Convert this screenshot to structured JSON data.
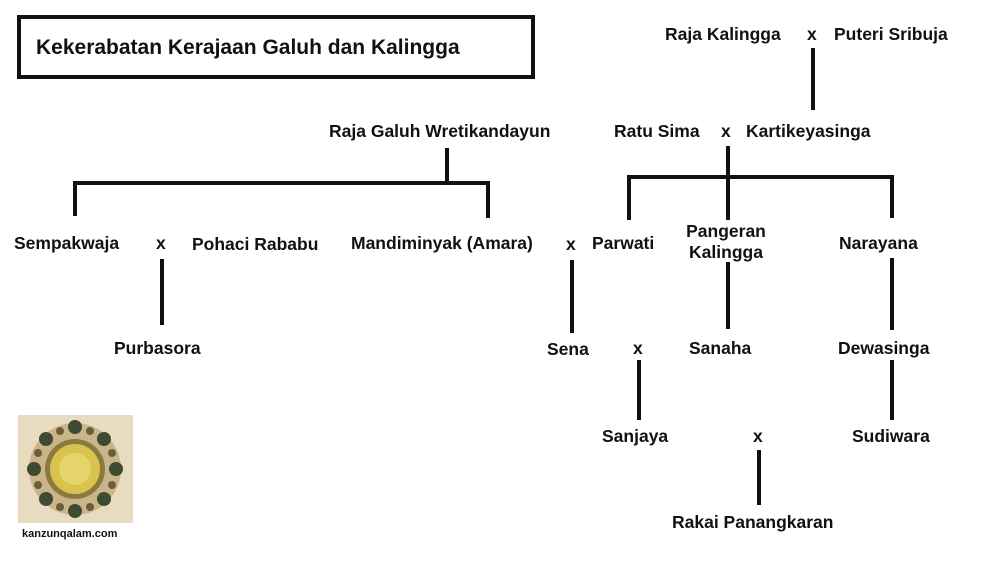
{
  "title": "Kekerabatan Kerajaan Galuh dan Kalingga",
  "marriage_marker": "x",
  "people": {
    "raja_kalingga": "Raja Kalingga",
    "puteri_sribuja": "Puteri Sribuja",
    "raja_galuh": "Raja Galuh Wretikandayun",
    "ratu_sima": "Ratu Sima",
    "kartikeyasinga": "Kartikeyasinga",
    "sempakwaja": "Sempakwaja",
    "pohaci_rababu": "Pohaci Rababu",
    "mandiminyak": "Mandiminyak (Amara)",
    "parwati": "Parwati",
    "pangeran_kalingga_1": "Pangeran",
    "pangeran_kalingga_2": "Kalingga",
    "narayana": "Narayana",
    "purbasora": "Purbasora",
    "sena": "Sena",
    "sanaha": "Sanaha",
    "dewasinga": "Dewasinga",
    "sanjaya": "Sanjaya",
    "sudiwara": "Sudiwara",
    "rakai_panangkaran": "Rakai Panangkaran"
  },
  "watermark": "kanzunqalam.com",
  "logo_icon": "ornamental-medallion-icon",
  "line_color": "#111111"
}
